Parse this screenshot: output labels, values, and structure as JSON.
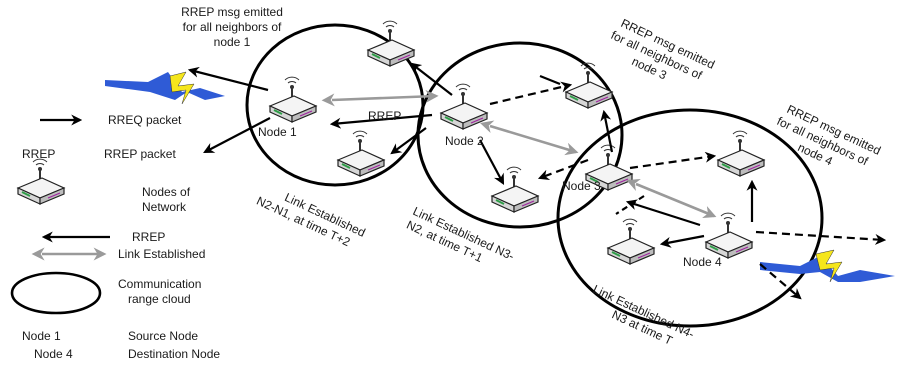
{
  "legend": {
    "rreq_packet": "RREQ packet",
    "rrep_word": "RREP",
    "rrep_packet": "RREP packet",
    "nodes_line1": "Nodes of",
    "nodes_line2": "Network",
    "rrep": "RREP",
    "link_established": "Link Established",
    "comm_line1": "Communication",
    "comm_line2": "range cloud",
    "node1": "Node 1",
    "source_node": "Source Node",
    "node4": "Node 4",
    "destination_node": "Destination Node"
  },
  "annotations": {
    "rrep_node1": [
      "RREP msg emitted",
      "for all neighbors of",
      "node 1"
    ],
    "rrep_node3": [
      "RREP msg emitted",
      "for all neighbors of",
      "node 3"
    ],
    "rrep_node4": [
      "RREP msg emitted",
      "for all neighbors of",
      "node 4"
    ],
    "link_n2n1": [
      "Link Established",
      "N2-N1, at time T+2"
    ],
    "link_n3n2": [
      "Link Established N3-",
      "N2, at time T+1"
    ],
    "link_n4n3": [
      "Link Established N4-",
      "N3 at time T"
    ]
  },
  "labels": {
    "node1": "Node 1",
    "node2": "Node 2",
    "node3": "Node 3",
    "node4": "Node 4",
    "rrep_mid": "RREP"
  },
  "colors": {
    "lightning_fill": "#f5e61c",
    "lightning_edge": "#2f5bd6",
    "arrow": "#000000",
    "link_arrow": "#9a9a9a",
    "router_body": "#e9e9e9",
    "router_stripe": "#2e9e48"
  }
}
